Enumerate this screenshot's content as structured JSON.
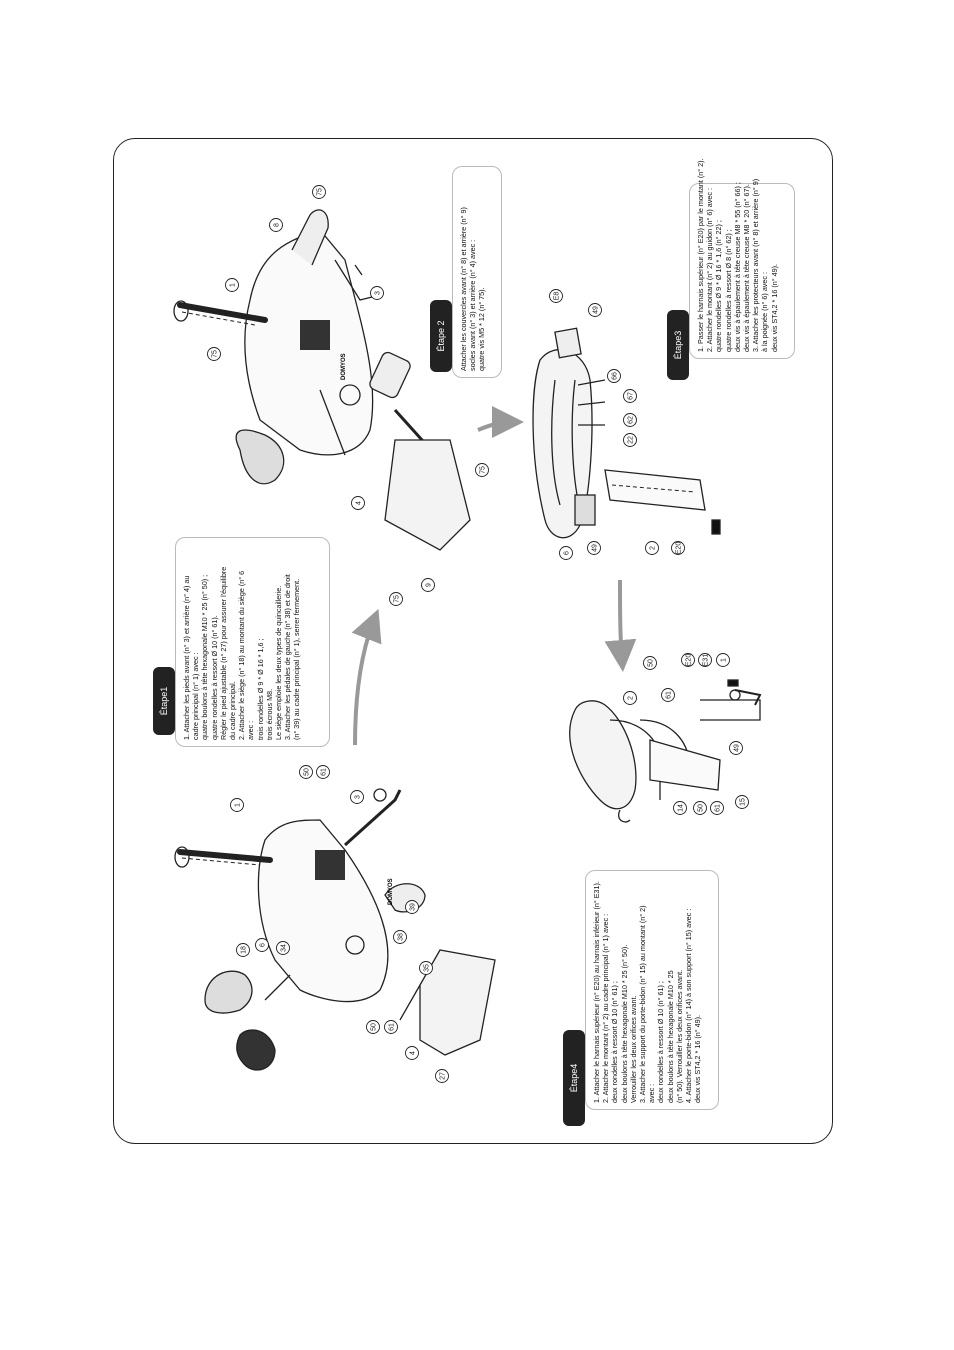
{
  "steps": {
    "step1": {
      "title": "Étape1",
      "lines": [
        "1. Attacher les pieds avant (n° 3) et arrière (n° 4) au",
        "   cadre principal (n° 1) avec :",
        "   quatre boulons à tête hexagonale M10 * 25 (n° 50) ;",
        "   quatre rondelles à ressort Ø 10 (n° 61).",
        "   Régler le pied ajustable (n° 27) pour assurer l'équilibre",
        "   du cadre principal.",
        "2. Attacher le siège (n° 18) au montant du siège (n° 6",
        "   avec :",
        "   trois rondelles Ø 9 * Ø 16 * 1,6 ;",
        "   trois écrous M8.",
        "      Le siège emploie les deux types de quincaillerie.",
        "3. Attacher les pédales de gauche (n° 38) et de droit",
        "   (n° 39) au cadre principal (n° 1), serrer fermement."
      ]
    },
    "step2": {
      "title": "Étape 2",
      "lines": [
        "Attacher les couvercles avant (n° 8) et arrière (n° 9)",
        "socles avant (n° 3) et arrière (n° 4) avec :",
        "quatre vis M5 * 12 (n° 75)."
      ]
    },
    "step3": {
      "title": "Étape3",
      "lines": [
        "1.  Passer le harnais supérieur (n° E20) par le montant (n° 2).",
        "2.  Attacher le montant (n° 2) au guidon (n° 6) avec :",
        "    quatre rondelles Ø 9 * Ø 16 * 1,6 (n° 22) ;",
        "    quatre rondelles à ressort Ø 8 (n° 62) ;",
        "    deux vis à épaulement à tête creuse M8 * 55 (n° 66) ;",
        "    deux vis à épaulement à tête creuse M8 * 20 (n° 67).",
        "3.  Attacher les protecteurs avant (n° 8) et arrière (n° 9)",
        "    à la poignée (n° 6) avec :",
        "    deux vis ST4,2 * 16 (n° 49)."
      ]
    },
    "step4": {
      "title": "Étape4",
      "lines": [
        "1. Attacher le harnais supérieur (n° E20) au harnais inférieur (n° E31).",
        "2. Attacher le montant (n° 2) au cadre principal (n° 1) avec :",
        "   deux rondelles à ressort Ø 10 (n° 61) ;",
        "   deux boulons à tête hexagonale M10 * 25 (n° 50).",
        "   Verrouiller les deux orifices avant.",
        "3. Attacher le support du porte-bidon (n° 15) au montant (n° 2)",
        "   avec :",
        "   deux rondelles à ressort Ø 10 (n° 61) ;",
        "   deux boulons à tête hexagonale M10 * 25",
        "   (n° 50). Verrouiller les deux orifices avant.",
        "4. Attacher le porte-bidon (n° 14) à son support (n° 15) avec :",
        "   deux vis ST4,2 * 16 (n° 49)."
      ]
    }
  },
  "callouts": {
    "s1": [
      "1",
      "50",
      "61",
      "3",
      "18",
      "6",
      "34",
      "39",
      "38",
      "35",
      "50",
      "61",
      "4",
      "27"
    ],
    "s2": [
      "9",
      "1",
      "8",
      "75",
      "3",
      "4",
      "75",
      "75",
      "75"
    ],
    "s3": [
      "E8",
      "49",
      "66",
      "67",
      "62",
      "22",
      "6",
      "49",
      "2",
      "E20"
    ],
    "s4": [
      "2",
      "50",
      "61",
      "E20",
      "E31",
      "1",
      "14",
      "50",
      "61",
      "49",
      "15"
    ]
  },
  "brand_mark": "DOMYOS"
}
